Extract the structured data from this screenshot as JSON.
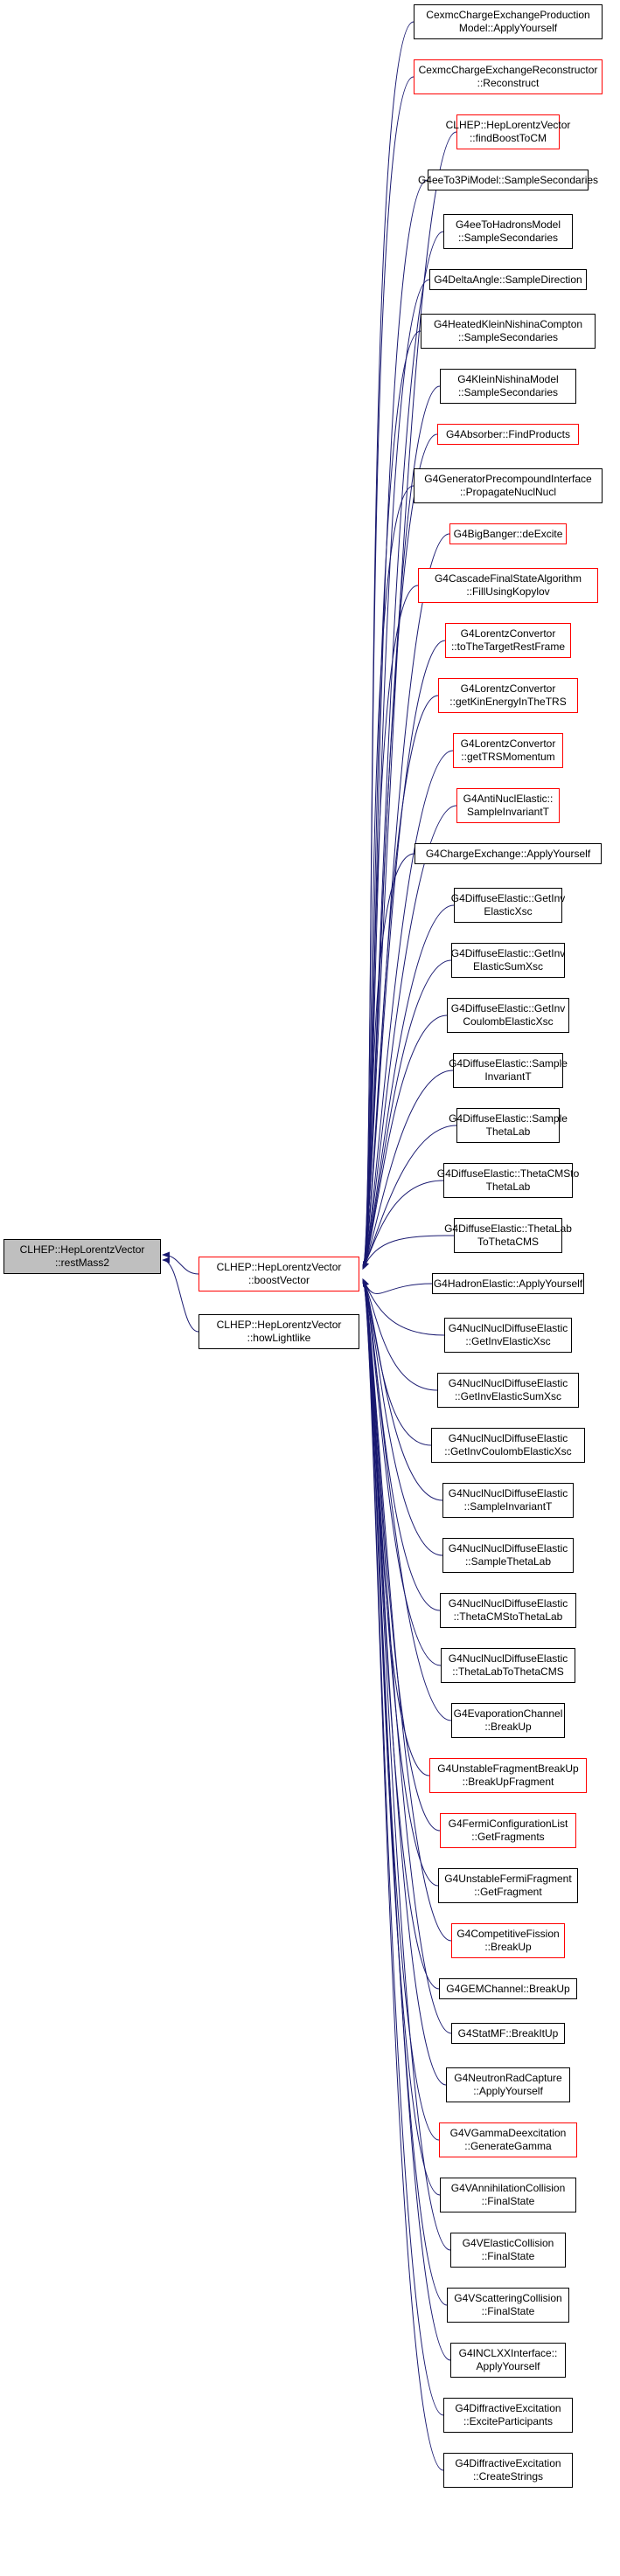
{
  "colors": {
    "edge": "#191970",
    "normal_border": "#000000",
    "highlight_border": "#ff0000",
    "root_fill": "#bfbfbf"
  },
  "root": {
    "label": "CLHEP::HepLorentzVector\n::restMass2"
  },
  "mids": [
    {
      "label": "CLHEP::HepLorentzVector\n::boostVector",
      "red": true
    },
    {
      "label": "CLHEP::HepLorentzVector\n::howLightlike",
      "red": false
    }
  ],
  "callers": [
    {
      "label": "CexmcChargeExchangeProduction\nModel::ApplyYourself",
      "red": false
    },
    {
      "label": "CexmcChargeExchangeReconstructor\n::Reconstruct",
      "red": true
    },
    {
      "label": "CLHEP::HepLorentzVector\n::findBoostToCM",
      "red": true
    },
    {
      "label": "G4eeTo3PiModel::SampleSecondaries",
      "red": false
    },
    {
      "label": "G4eeToHadronsModel\n::SampleSecondaries",
      "red": false
    },
    {
      "label": "G4DeltaAngle::SampleDirection",
      "red": false
    },
    {
      "label": "G4HeatedKleinNishinaCompton\n::SampleSecondaries",
      "red": false
    },
    {
      "label": "G4KleinNishinaModel\n::SampleSecondaries",
      "red": false
    },
    {
      "label": "G4Absorber::FindProducts",
      "red": true
    },
    {
      "label": "G4GeneratorPrecompoundInterface\n::PropagateNuclNucl",
      "red": false
    },
    {
      "label": "G4BigBanger::deExcite",
      "red": true
    },
    {
      "label": "G4CascadeFinalStateAlgorithm\n::FillUsingKopylov",
      "red": true
    },
    {
      "label": "G4LorentzConvertor\n::toTheTargetRestFrame",
      "red": true
    },
    {
      "label": "G4LorentzConvertor\n::getKinEnergyInTheTRS",
      "red": true
    },
    {
      "label": "G4LorentzConvertor\n::getTRSMomentum",
      "red": true
    },
    {
      "label": "G4AntiNuclElastic::\nSampleInvariantT",
      "red": true
    },
    {
      "label": "G4ChargeExchange::ApplyYourself",
      "red": false
    },
    {
      "label": "G4DiffuseElastic::GetInv\nElasticXsc",
      "red": false
    },
    {
      "label": "G4DiffuseElastic::GetInv\nElasticSumXsc",
      "red": false
    },
    {
      "label": "G4DiffuseElastic::GetInv\nCoulombElasticXsc",
      "red": false
    },
    {
      "label": "G4DiffuseElastic::Sample\nInvariantT",
      "red": false
    },
    {
      "label": "G4DiffuseElastic::Sample\nThetaLab",
      "red": false
    },
    {
      "label": "G4DiffuseElastic::ThetaCMSto\nThetaLab",
      "red": false
    },
    {
      "label": "G4DiffuseElastic::ThetaLab\nToThetaCMS",
      "red": false
    },
    {
      "label": "G4HadronElastic::ApplyYourself",
      "red": false
    },
    {
      "label": "G4NuclNuclDiffuseElastic\n::GetInvElasticXsc",
      "red": false
    },
    {
      "label": "G4NuclNuclDiffuseElastic\n::GetInvElasticSumXsc",
      "red": false
    },
    {
      "label": "G4NuclNuclDiffuseElastic\n::GetInvCoulombElasticXsc",
      "red": false
    },
    {
      "label": "G4NuclNuclDiffuseElastic\n::SampleInvariantT",
      "red": false
    },
    {
      "label": "G4NuclNuclDiffuseElastic\n::SampleThetaLab",
      "red": false
    },
    {
      "label": "G4NuclNuclDiffuseElastic\n::ThetaCMStoThetaLab",
      "red": false
    },
    {
      "label": "G4NuclNuclDiffuseElastic\n::ThetaLabToThetaCMS",
      "red": false
    },
    {
      "label": "G4EvaporationChannel\n::BreakUp",
      "red": false
    },
    {
      "label": "G4UnstableFragmentBreakUp\n::BreakUpFragment",
      "red": true
    },
    {
      "label": "G4FermiConfigurationList\n::GetFragments",
      "red": true
    },
    {
      "label": "G4UnstableFermiFragment\n::GetFragment",
      "red": false
    },
    {
      "label": "G4CompetitiveFission\n::BreakUp",
      "red": true
    },
    {
      "label": "G4GEMChannel::BreakUp",
      "red": false
    },
    {
      "label": "G4StatMF::BreakItUp",
      "red": false
    },
    {
      "label": "G4NeutronRadCapture\n::ApplyYourself",
      "red": false
    },
    {
      "label": "G4VGammaDeexcitation\n::GenerateGamma",
      "red": true
    },
    {
      "label": "G4VAnnihilationCollision\n::FinalState",
      "red": false
    },
    {
      "label": "G4VElasticCollision\n::FinalState",
      "red": false
    },
    {
      "label": "G4VScatteringCollision\n::FinalState",
      "red": false
    },
    {
      "label": "G4INCLXXInterface::\nApplyYourself",
      "red": false
    },
    {
      "label": "G4DiffractiveExcitation\n::ExciteParticipants",
      "red": false
    },
    {
      "label": "G4DiffractiveExcitation\n::CreateStrings",
      "red": false
    }
  ]
}
